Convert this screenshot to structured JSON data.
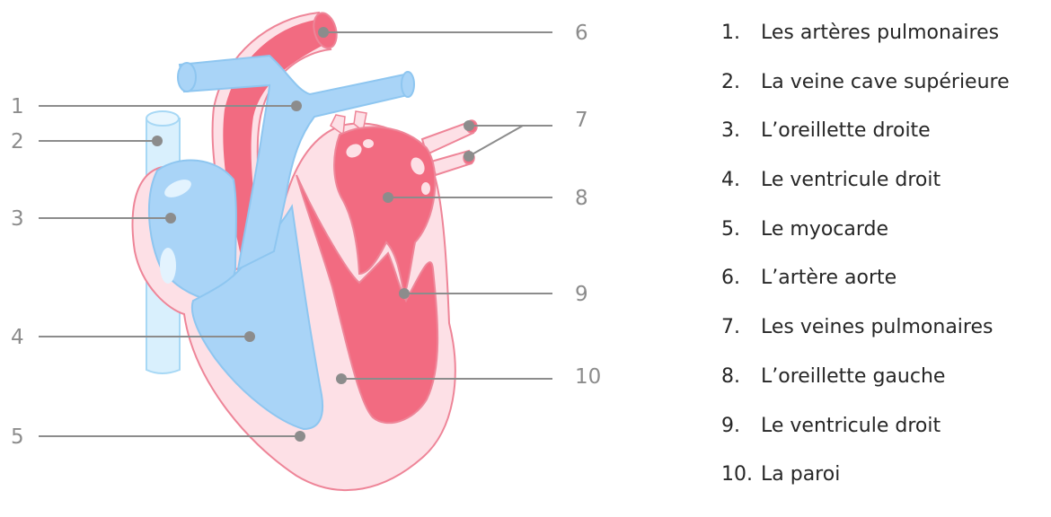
{
  "diagram": {
    "callouts": [
      {
        "num": "1"
      },
      {
        "num": "2"
      },
      {
        "num": "3"
      },
      {
        "num": "4"
      },
      {
        "num": "5"
      },
      {
        "num": "6"
      },
      {
        "num": "7"
      },
      {
        "num": "8"
      },
      {
        "num": "9"
      },
      {
        "num": "10"
      }
    ]
  },
  "legend": {
    "items": [
      {
        "num": "1.",
        "label": "Les artères pulmonaires"
      },
      {
        "num": "2.",
        "label": "La veine cave supérieure"
      },
      {
        "num": "3.",
        "label": "L’oreillette droite"
      },
      {
        "num": "4.",
        "label": "Le ventricule droit"
      },
      {
        "num": "5.",
        "label": "Le myocarde"
      },
      {
        "num": "6.",
        "label": "L’artère aorte"
      },
      {
        "num": "7.",
        "label": "Les veines pulmonaires"
      },
      {
        "num": "8.",
        "label": "L’oreillette gauche"
      },
      {
        "num": "9.",
        "label": "Le ventricule droit"
      },
      {
        "num": "10.",
        "label": "La paroi"
      }
    ]
  },
  "colors": {
    "deoxygenated": "#a9d4f7",
    "oxygenated": "#f26b81",
    "wall": "#fde0e6",
    "outline": "#ee8598",
    "leader": "#8c8c8c"
  }
}
